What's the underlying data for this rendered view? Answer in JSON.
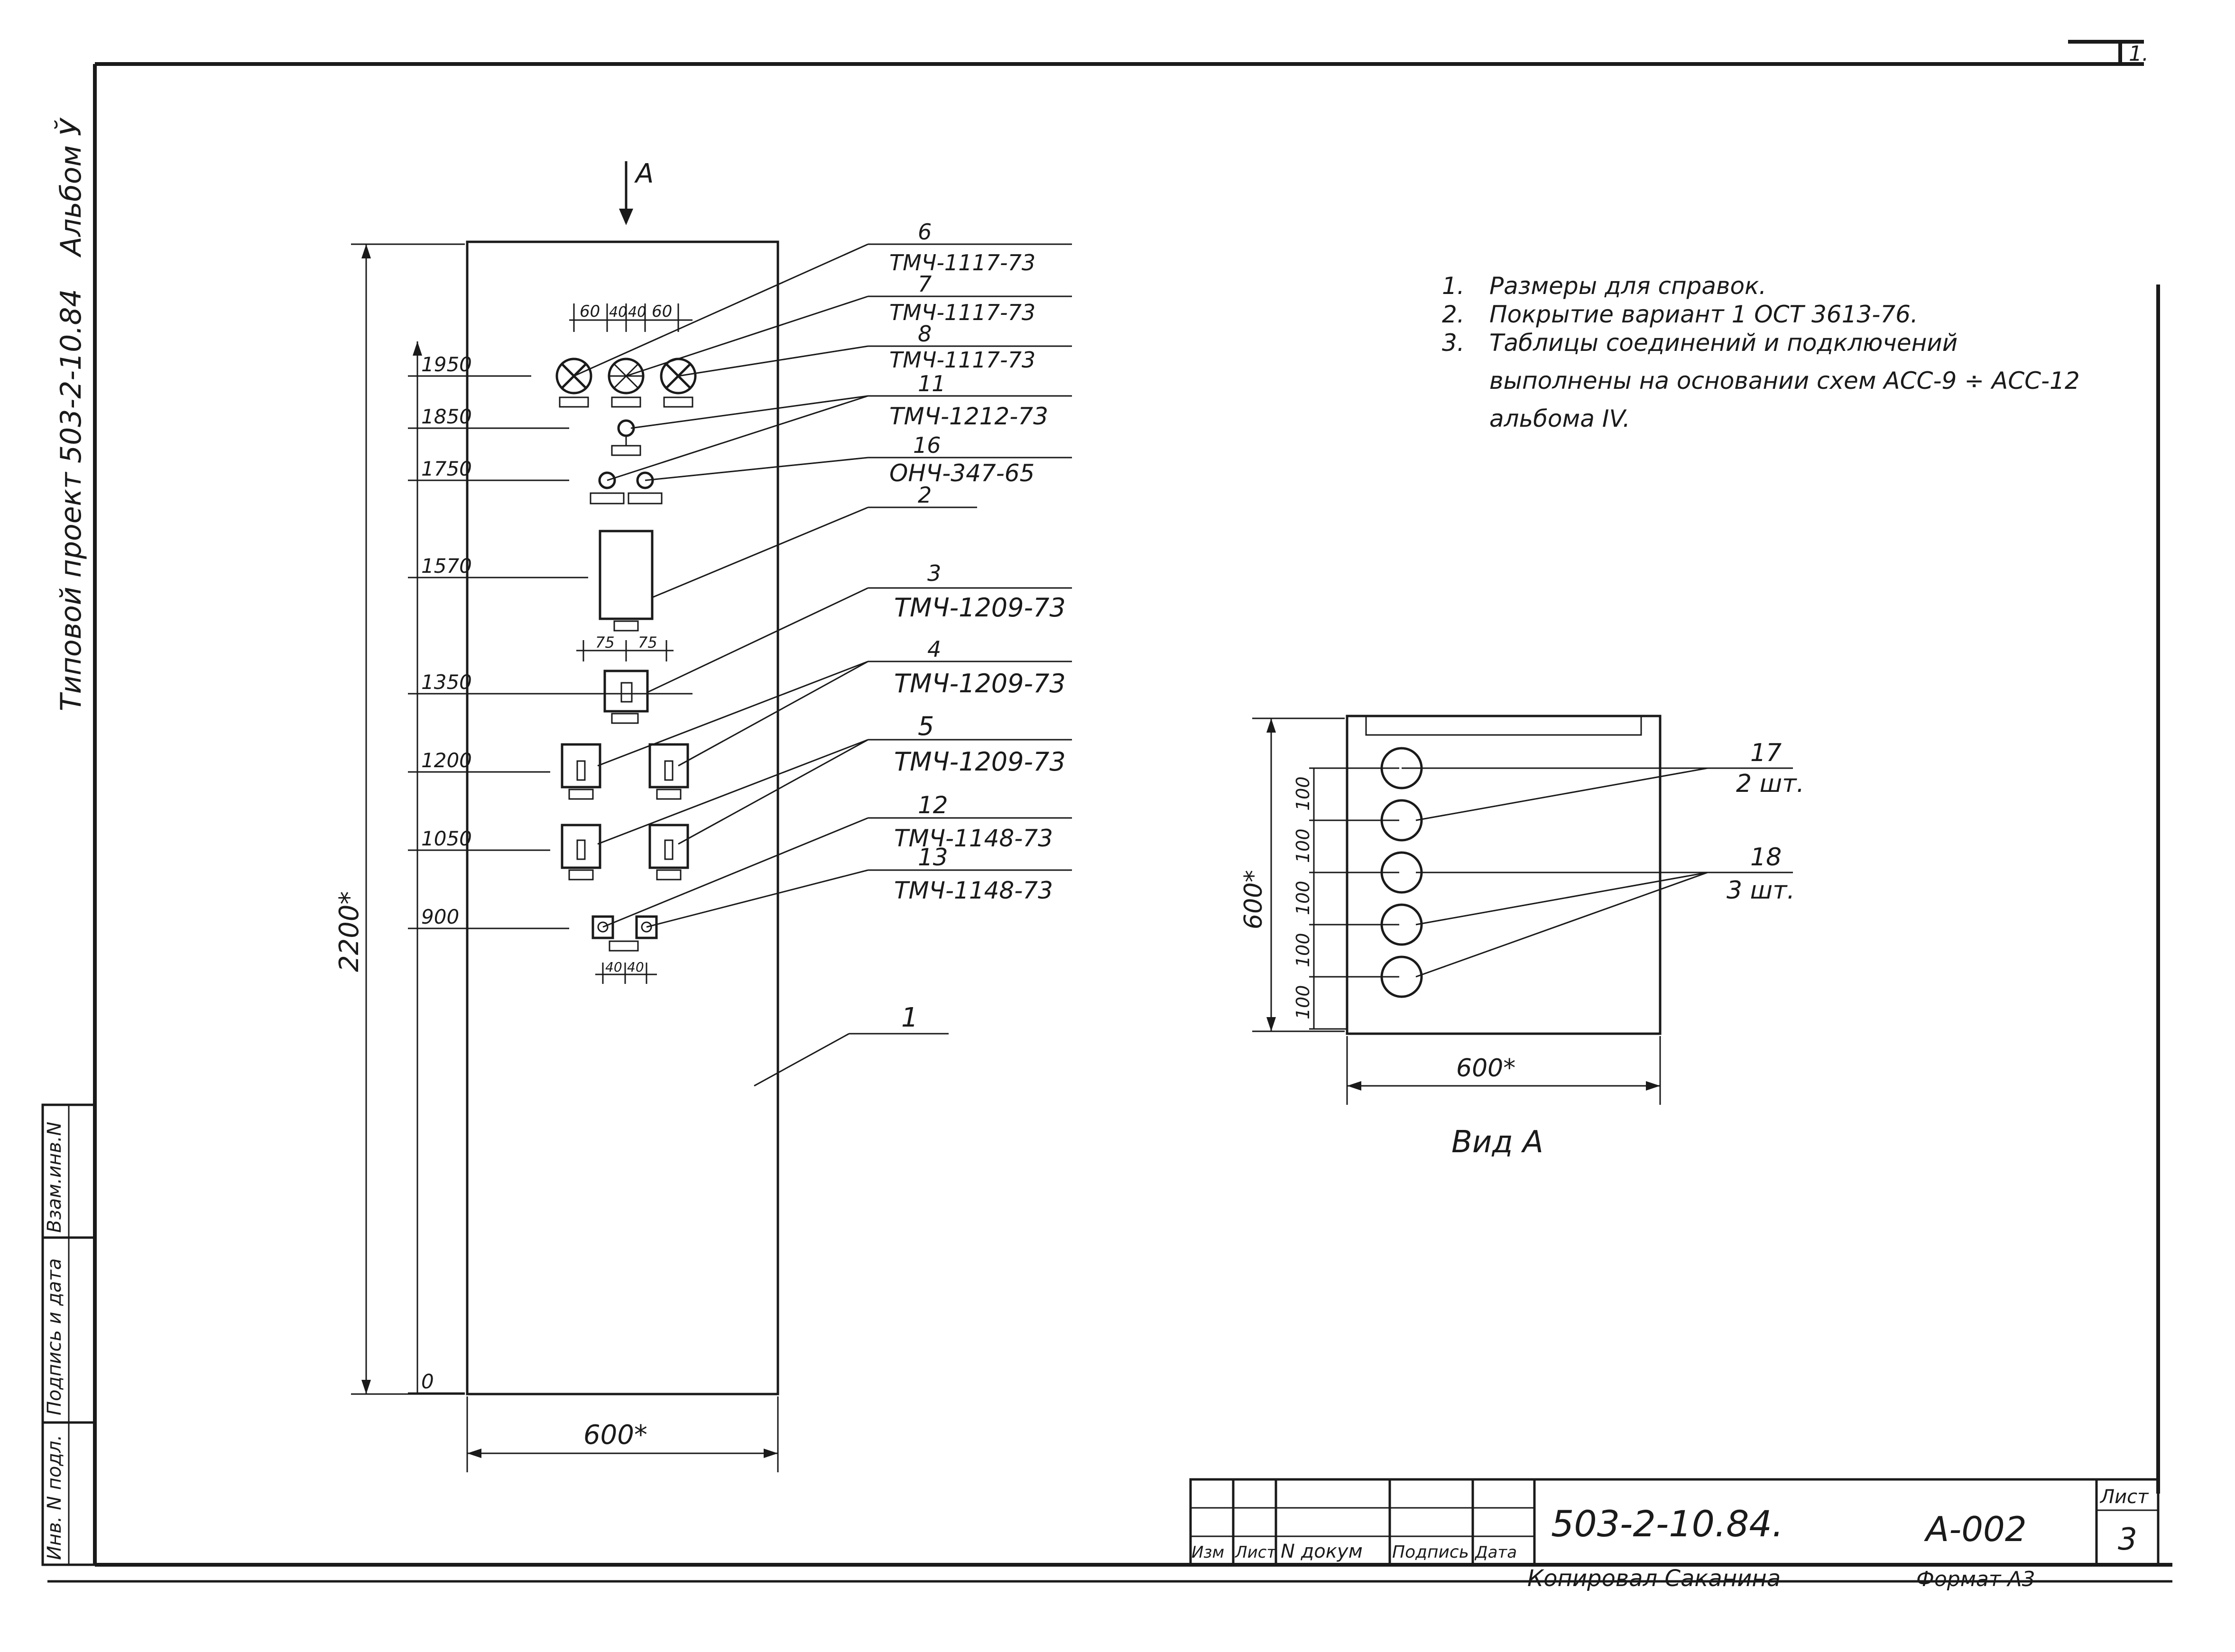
{
  "sheet_corner": "1.",
  "side_texts": {
    "album": "Альбом Ў",
    "project": "Типовой   проект  503-2-10.84"
  },
  "stamp_left": {
    "inv_orig": "Инв. N подл.",
    "signature_date": "Подпись и дата",
    "vzam_inv": "Взам.инв.N"
  },
  "panel": {
    "view_arrow": "А",
    "height_dim": "2200*",
    "width_dim": "600*",
    "top_spacing": [
      "60",
      "40",
      "40",
      "60"
    ],
    "mid_spacing": [
      "75",
      "75"
    ],
    "bottom_spacing": [
      "40",
      "40"
    ],
    "levels": [
      "1950",
      "1850",
      "1750",
      "1570",
      "1350",
      "1200",
      "1050",
      "900",
      "0"
    ],
    "part_label": "1"
  },
  "callouts": [
    {
      "num": "6",
      "code": "ТМЧ-1117-73"
    },
    {
      "num": "7",
      "code": "ТМЧ-1117-73"
    },
    {
      "num": "8",
      "code": "ТМЧ-1117-73"
    },
    {
      "num": "11",
      "code": "ТМЧ-1212-73"
    },
    {
      "num": "16",
      "code": "ОНЧ-347-65"
    },
    {
      "num": "2",
      "code": ""
    },
    {
      "num": "3",
      "code": "ТМЧ-1209-73"
    },
    {
      "num": "4",
      "code": "ТМЧ-1209-73"
    },
    {
      "num": "5",
      "code": "ТМЧ-1209-73"
    },
    {
      "num": "12",
      "code": "ТМЧ-1148-73"
    },
    {
      "num": "13",
      "code": "ТМЧ-1148-73"
    }
  ],
  "notes": [
    {
      "n": "1.",
      "text": "Размеры для справок."
    },
    {
      "n": "2.",
      "text": "Покрытие вариант 1  ОСТ 3613-76."
    },
    {
      "n": "3.",
      "text": "Таблицы соединений и подключений"
    },
    {
      "n": "",
      "text": "выполнены на основании схем  АСС-9 ÷ АСС-12"
    },
    {
      "n": "",
      "text": "альбома IV."
    }
  ],
  "view_a": {
    "caption": "Вид А",
    "height_dim": "600*",
    "width_dim": "600*",
    "spacing": [
      "100",
      "100",
      "100",
      "100",
      "100"
    ],
    "callout_17": {
      "num": "17",
      "qty": "2 шт."
    },
    "callout_18": {
      "num": "18",
      "qty": "3 шт."
    }
  },
  "title_block": {
    "columns": [
      "Изм",
      "Лист",
      "N докум",
      "Подпись",
      "Дата"
    ],
    "doc_code": "503-2-10.84.",
    "drawing_code": "А-002",
    "sheet_label": "Лист",
    "sheet_number": "3",
    "copied_by": "Копировал  Саканина",
    "format": "Формат А3"
  }
}
